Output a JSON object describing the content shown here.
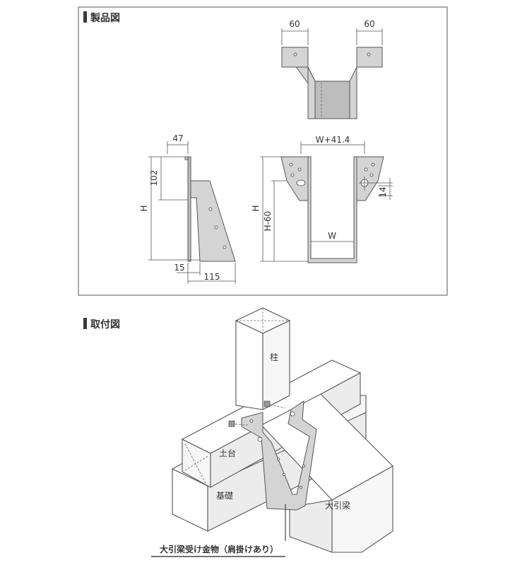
{
  "sections": {
    "product": {
      "title": "製品図"
    },
    "installation": {
      "title": "取付図"
    }
  },
  "dimensions": {
    "top_left_width": "60",
    "top_right_width": "60",
    "side_flange": "47",
    "side_102": "102",
    "side_H": "H",
    "side_15": "15",
    "side_115": "115",
    "front_width": "W+41.4",
    "front_H": "H",
    "front_H60": "H-60",
    "front_W": "W",
    "front_14": "14"
  },
  "install_labels": {
    "pillar": "柱",
    "sill": "土台",
    "foundation": "基礎",
    "main_beam": "大引梁",
    "caption": "大引梁受け金物（肩掛けあり）"
  },
  "colors": {
    "frame": "#555555",
    "metal": "#d4d4d4",
    "title_bar": "#3a3a3a"
  }
}
